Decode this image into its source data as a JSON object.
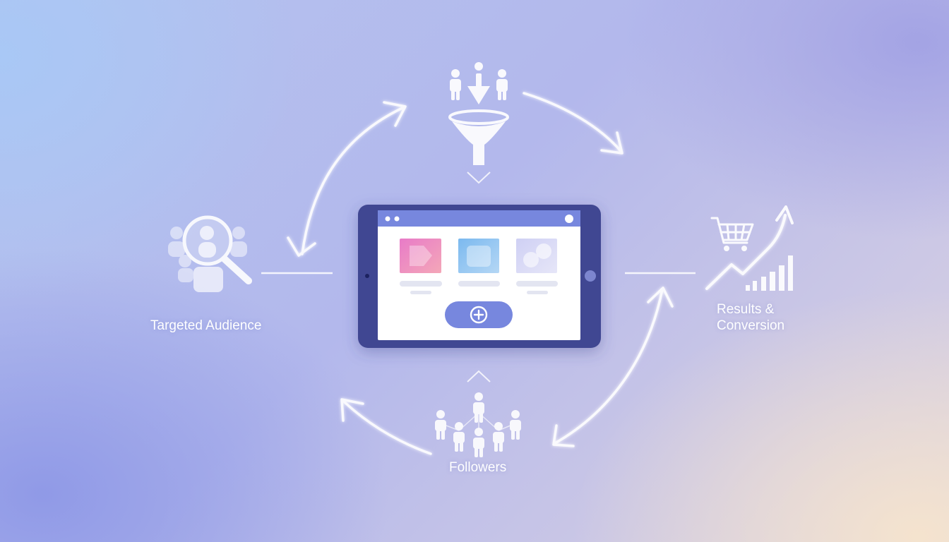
{
  "labels": {
    "targeted_audience": "Targeted Audience",
    "results_line1": "Results &",
    "results_line2": "Conversion",
    "followers": "Followers"
  },
  "colors": {
    "tablet_frame": "#3f4792",
    "tablet_screen": "#ffffff",
    "browser_bar": "#7787de",
    "card_pink": "#e27cc9",
    "card_blue": "#8cc3ef",
    "card_lavender": "#d5d6f4",
    "add_button": "#7787de",
    "icon_white": "#ffffff"
  },
  "icons": {
    "top": "funnel-icon",
    "left": "audience-search-icon",
    "right": "cart-growth-chart-icon",
    "bottom": "followers-network-icon",
    "center_button": "plus-circle-icon"
  }
}
